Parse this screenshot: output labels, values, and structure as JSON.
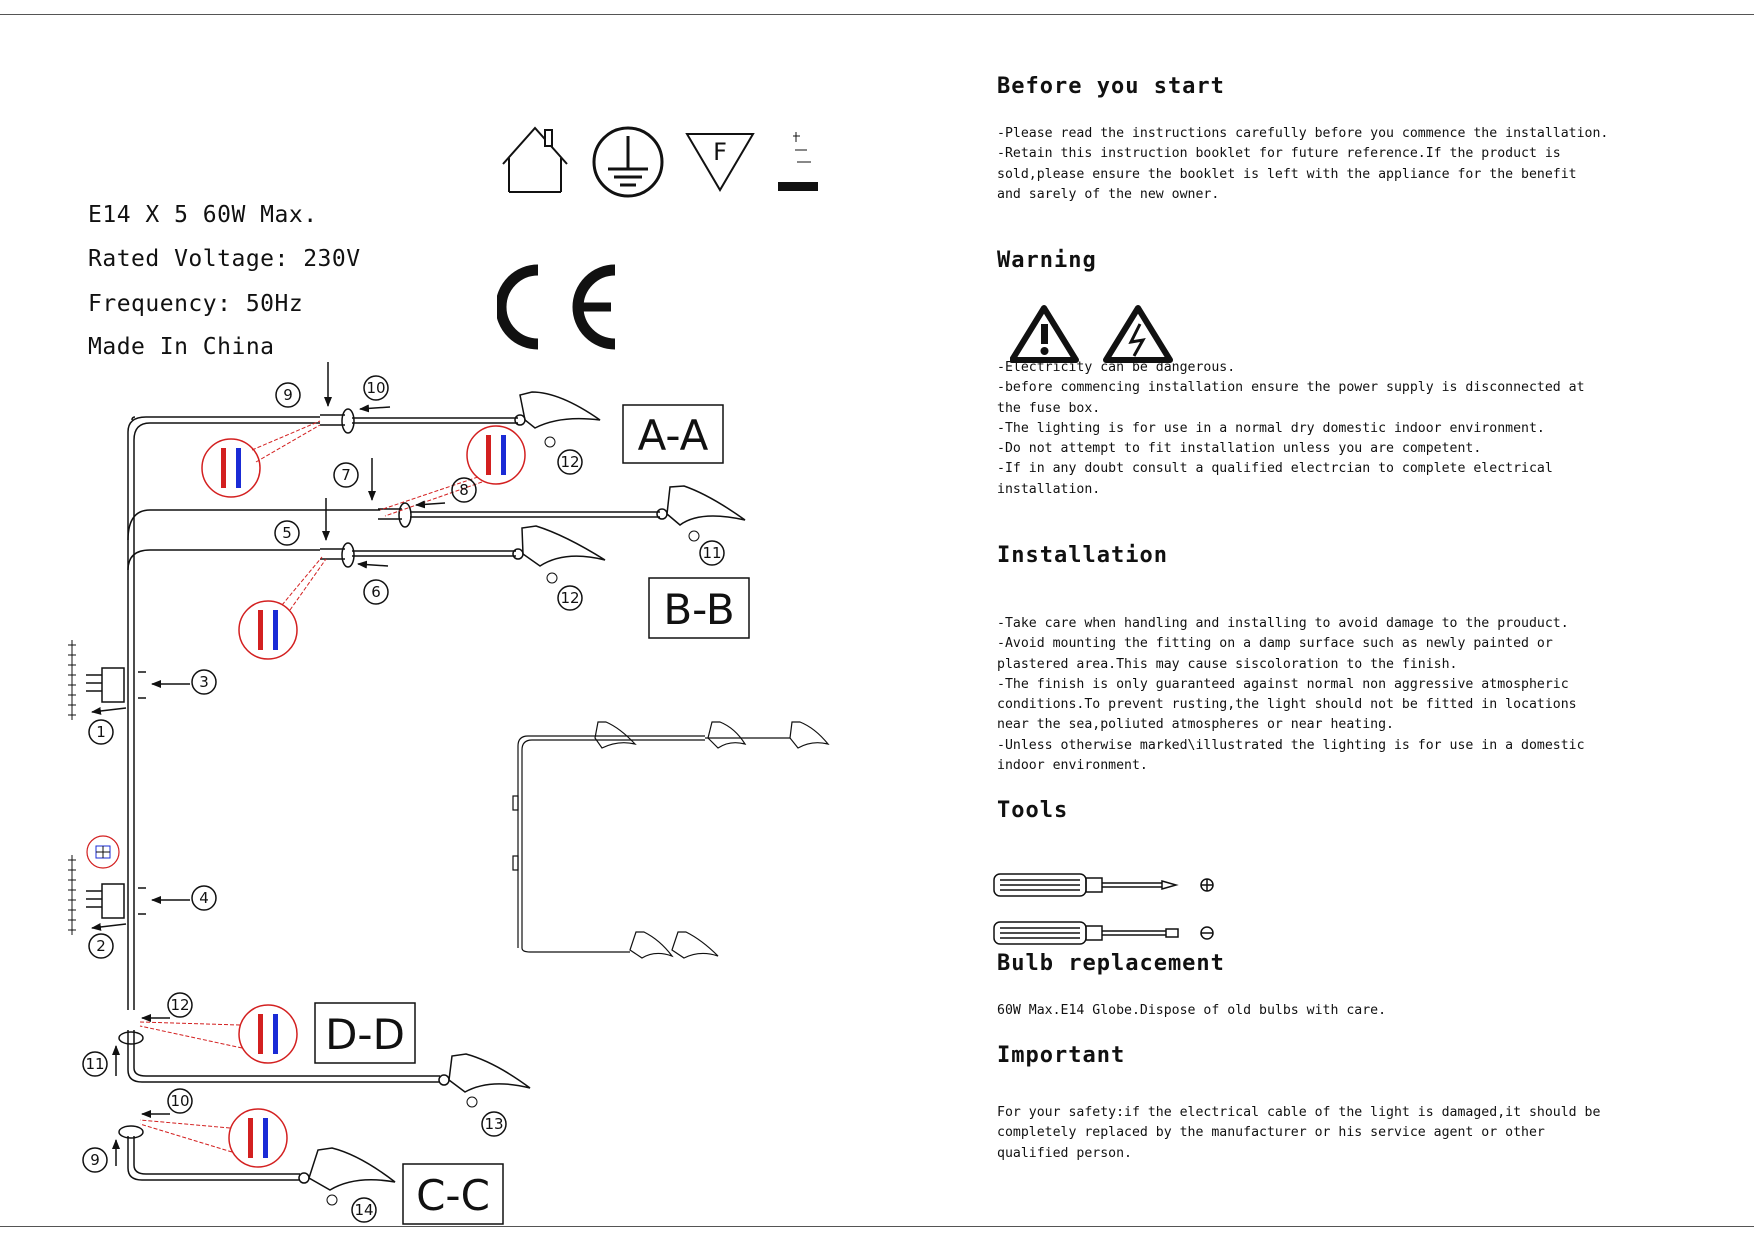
{
  "specs": {
    "line1": "E14 X 5  60W Max.",
    "line2": "Rated Voltage: 230V",
    "line3": "Frequency: 50Hz",
    "line4": "Made In China"
  },
  "marks": {
    "class_f": "F",
    "ce": "CE"
  },
  "diagram": {
    "section_aa": "A-A",
    "section_bb": "B-B",
    "section_cc": "C-C",
    "section_dd": "D-D",
    "callouts": [
      "9",
      "10",
      "7",
      "8",
      "5",
      "6",
      "12",
      "11",
      "12",
      "3",
      "1",
      "4",
      "2",
      "12",
      "11",
      "13",
      "10",
      "9",
      "14"
    ]
  },
  "before_you_start": {
    "title": "Before you start",
    "lines": [
      "-Please read the instructions carefully before you commence the installation.",
      "-Retain this instruction booklet for future reference.If the product is",
      "sold,please ensure the booklet is left with the appliance for the benefit",
      "and sarely of the new owner."
    ]
  },
  "warning": {
    "title": "Warning",
    "lines": [
      "-Electricity can be dangerous.",
      "-before commencing installation ensure the power supply is disconnected at",
      "the fuse box.",
      "-The lighting is for use in a normal dry domestic indoor environment.",
      "-Do not attempt to fit installation unless you are competent.",
      "-If in any doubt consult a qualified electrcian to complete electrical",
      "installation."
    ]
  },
  "installation": {
    "title": "Installation",
    "lines": [
      "-Take care when handling and installing to avoid damage to the prouduct.",
      "-Avoid mounting the fitting on a damp surface such as newly painted or",
      "plastered area.This may cause siscoloration to the finish.",
      "-The finish is only guaranteed against normal non aggressive atmospheric",
      "conditions.To prevent rusting,the light should not be fitted in locations",
      "near the sea,poliuted atmospheres or near heating.",
      "-Unless otherwise marked\\illustrated the lighting is for use in a domestic",
      "indoor environment."
    ]
  },
  "tools": {
    "title": "Tools",
    "items": [
      "phillips-screwdriver-icon",
      "flat-screwdriver-icon"
    ]
  },
  "bulb_replacement": {
    "title": "Bulb replacement",
    "lines": [
      "60W Max.E14 Globe.Dispose of old bulbs with care."
    ]
  },
  "important": {
    "title": "Important",
    "lines": [
      "For your safety:if the electrical cable of the light is damaged,it should be",
      "completely replaced by the manufacturer or his service agent or other",
      "qualified person."
    ]
  }
}
